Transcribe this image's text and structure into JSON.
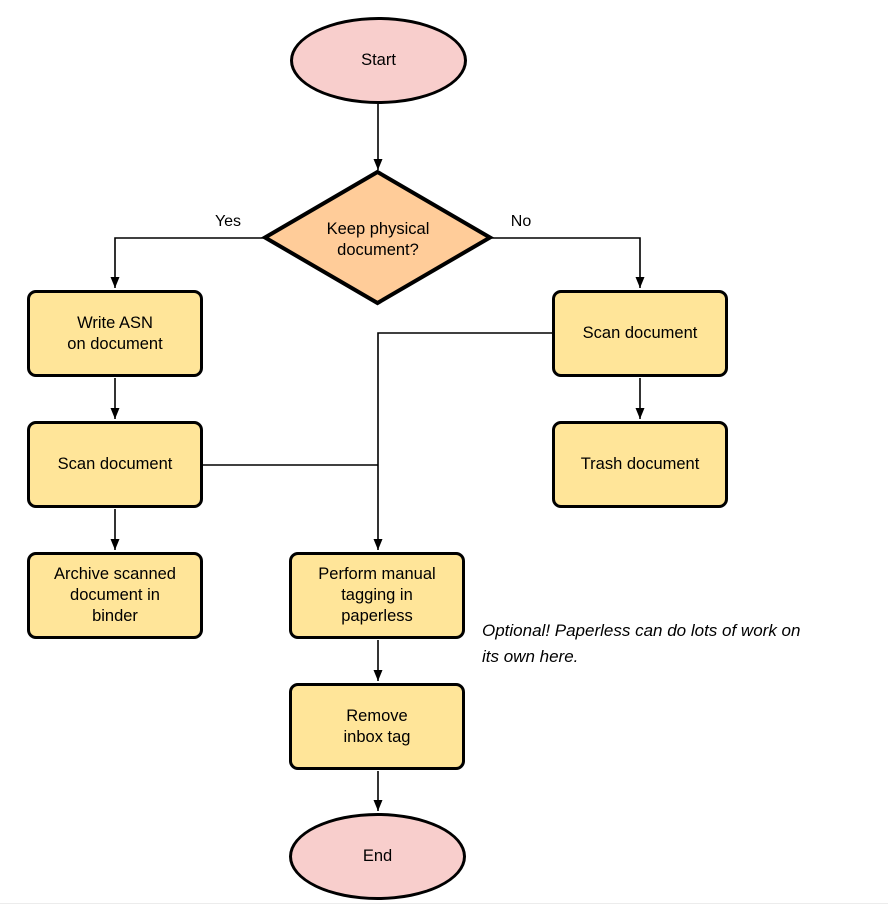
{
  "diagram": {
    "nodes": {
      "start": {
        "type": "terminator",
        "label": "Start"
      },
      "decision": {
        "type": "decision",
        "label": "Keep physical\ndocument?"
      },
      "write_asn": {
        "type": "process",
        "label": "Write ASN\non document"
      },
      "scan_left": {
        "type": "process",
        "label": "Scan document"
      },
      "archive": {
        "type": "process",
        "label": "Archive scanned\ndocument in\nbinder"
      },
      "scan_right": {
        "type": "process",
        "label": "Scan document"
      },
      "trash": {
        "type": "process",
        "label": "Trash document"
      },
      "tagging": {
        "type": "process",
        "label": "Perform manual\ntagging in\npaperless"
      },
      "remove_inbox": {
        "type": "process",
        "label": "Remove\ninbox tag"
      },
      "end": {
        "type": "terminator",
        "label": "End"
      }
    },
    "edge_labels": {
      "yes": "Yes",
      "no": "No"
    },
    "edges": [
      {
        "from": "start",
        "to": "decision",
        "label": ""
      },
      {
        "from": "decision",
        "to": "write_asn",
        "label": "Yes"
      },
      {
        "from": "decision",
        "to": "scan_right",
        "label": "No"
      },
      {
        "from": "write_asn",
        "to": "scan_left",
        "label": ""
      },
      {
        "from": "scan_left",
        "to": "archive",
        "label": ""
      },
      {
        "from": "scan_right",
        "to": "trash",
        "label": ""
      },
      {
        "from": "scan_right",
        "to": "tagging",
        "label": ""
      },
      {
        "from": "scan_left",
        "to": "tagging",
        "label": ""
      },
      {
        "from": "tagging",
        "to": "remove_inbox",
        "label": ""
      },
      {
        "from": "remove_inbox",
        "to": "end",
        "label": ""
      }
    ],
    "note": "Optional! Paperless can do lots of work on\nits own here.",
    "colors": {
      "terminator_fill": "#F8CECC",
      "decision_fill": "#FFCC99",
      "process_fill": "#FFE599",
      "stroke": "#000000"
    }
  }
}
